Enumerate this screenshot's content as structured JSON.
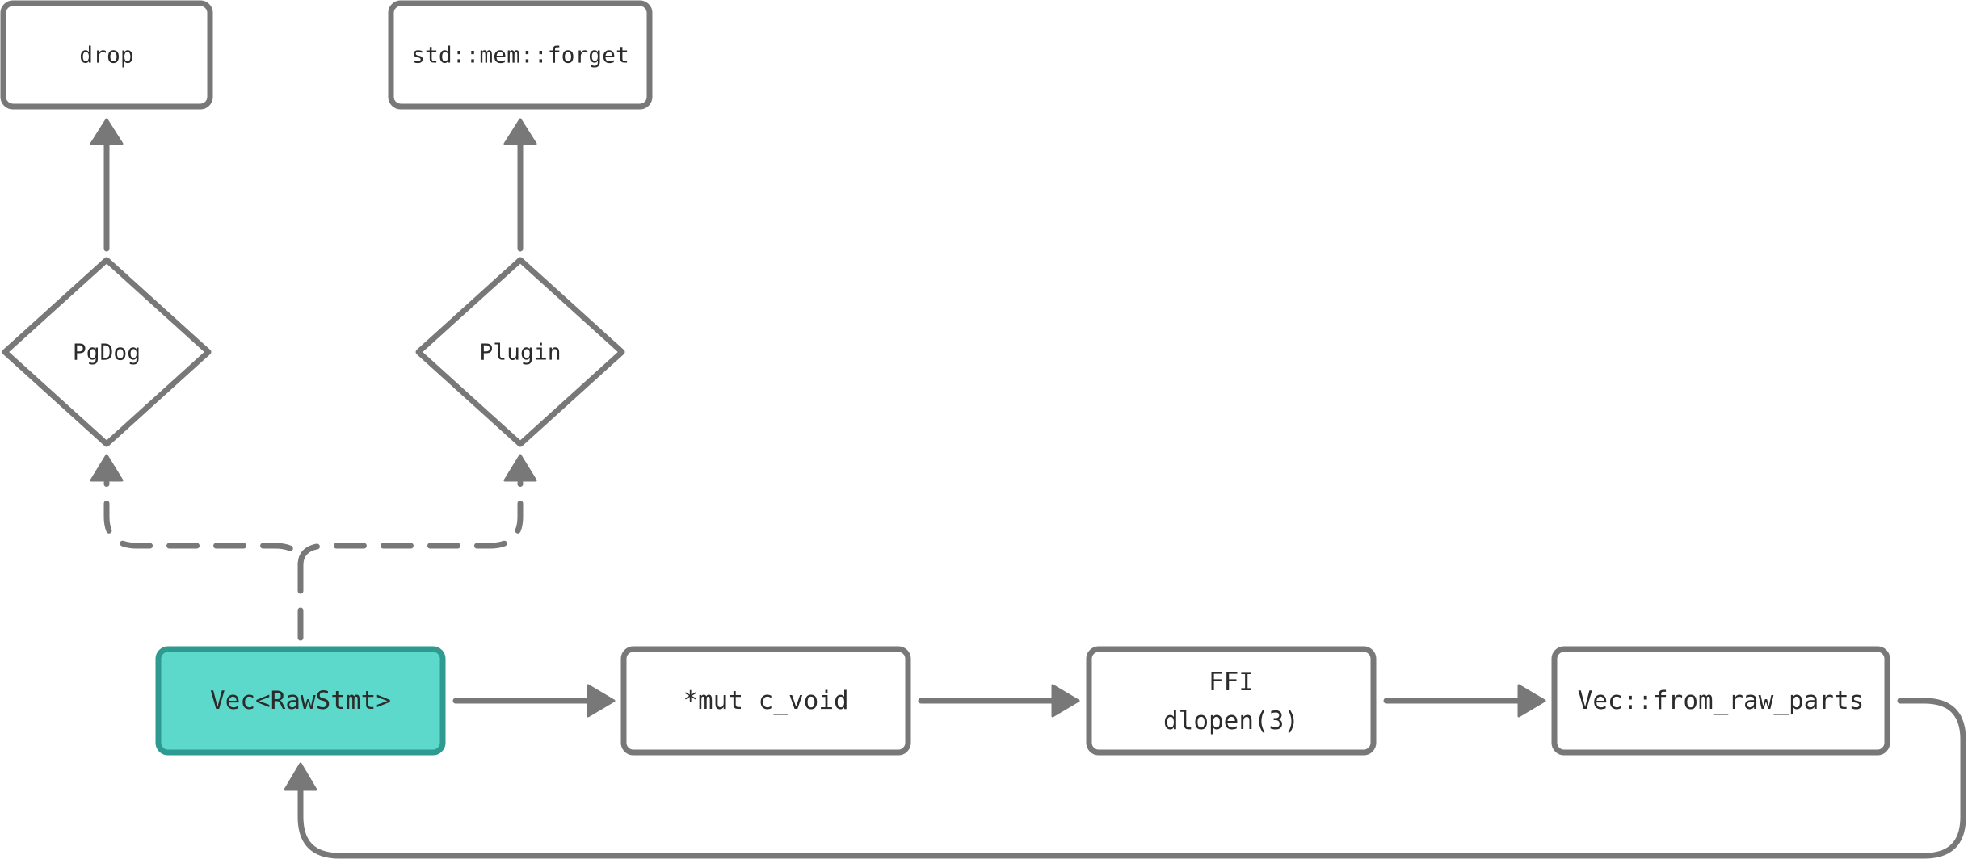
{
  "nodes": {
    "drop": {
      "label": "drop"
    },
    "forget": {
      "label": "std::mem::forget"
    },
    "pgdog": {
      "label": "PgDog"
    },
    "plugin": {
      "label": "Plugin"
    },
    "vec_raw_stmt": {
      "label": "Vec<RawStmt>"
    },
    "mut_c_void": {
      "label": "*mut c_void"
    },
    "ffi": {
      "line1": "FFI",
      "line2": "dlopen(3)"
    },
    "from_raw_parts": {
      "label": "Vec::from_raw_parts"
    }
  },
  "colors": {
    "accent_fill": "#5cd9cb",
    "accent_stroke": "#2f9b90",
    "stroke": "#787878",
    "text": "#2b2b2b"
  }
}
